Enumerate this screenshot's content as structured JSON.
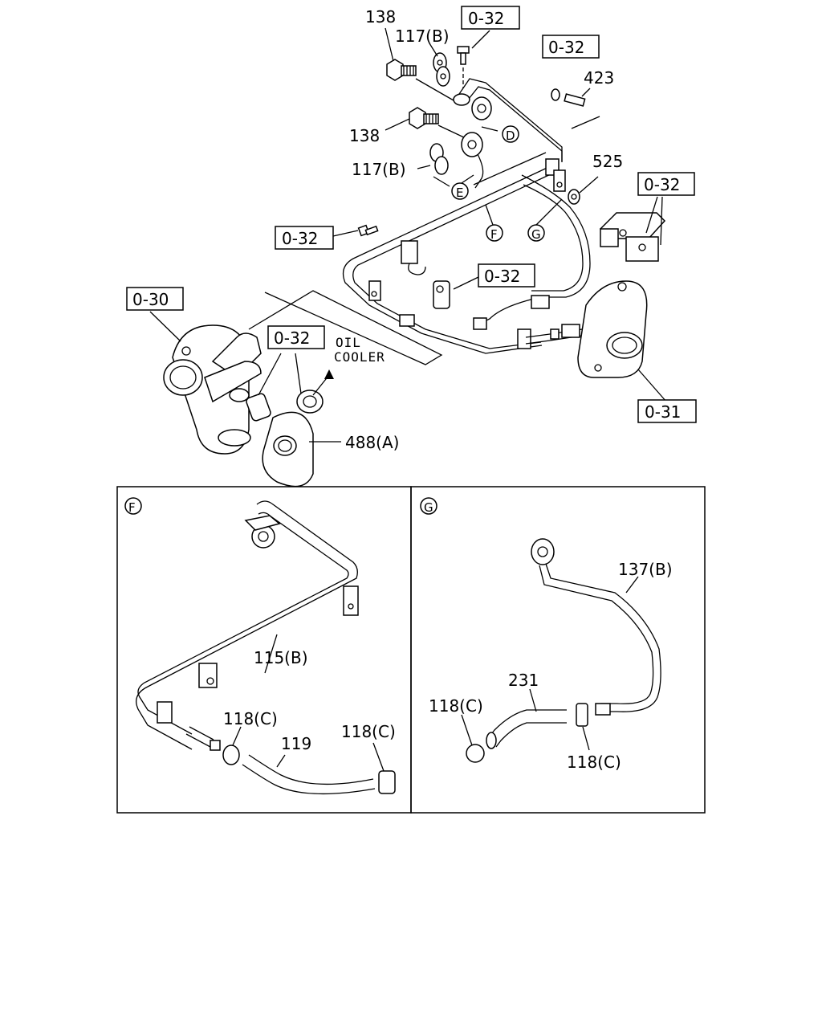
{
  "main": {
    "callouts": {
      "c138_top": "138",
      "c117b_top": "117(B)",
      "c138_mid": "138",
      "c117b_mid": "117(B)",
      "c423": "423",
      "c525": "525",
      "c488a": "488(A)",
      "ref_d": "D",
      "ref_e": "E",
      "ref_f": "F",
      "ref_g": "G"
    },
    "refs": {
      "r032_top": "0-32",
      "r032_right_top": "0-32",
      "r032_bracket": "0-32",
      "r032_left": "0-32",
      "r032_mid": "0-32",
      "r032_cooler": "0-32",
      "r030": "0-30",
      "r031": "0-31"
    },
    "oil_cooler": [
      "OIL",
      "COOLER"
    ]
  },
  "detail_f": {
    "marker": "F",
    "c115b": "115(B)",
    "c118c_a": "118(C)",
    "c119": "119",
    "c118c_b": "118(C)"
  },
  "detail_g": {
    "marker": "G",
    "c137b": "137(B)",
    "c231": "231",
    "c118c_a": "118(C)",
    "c118c_b": "118(C)"
  }
}
